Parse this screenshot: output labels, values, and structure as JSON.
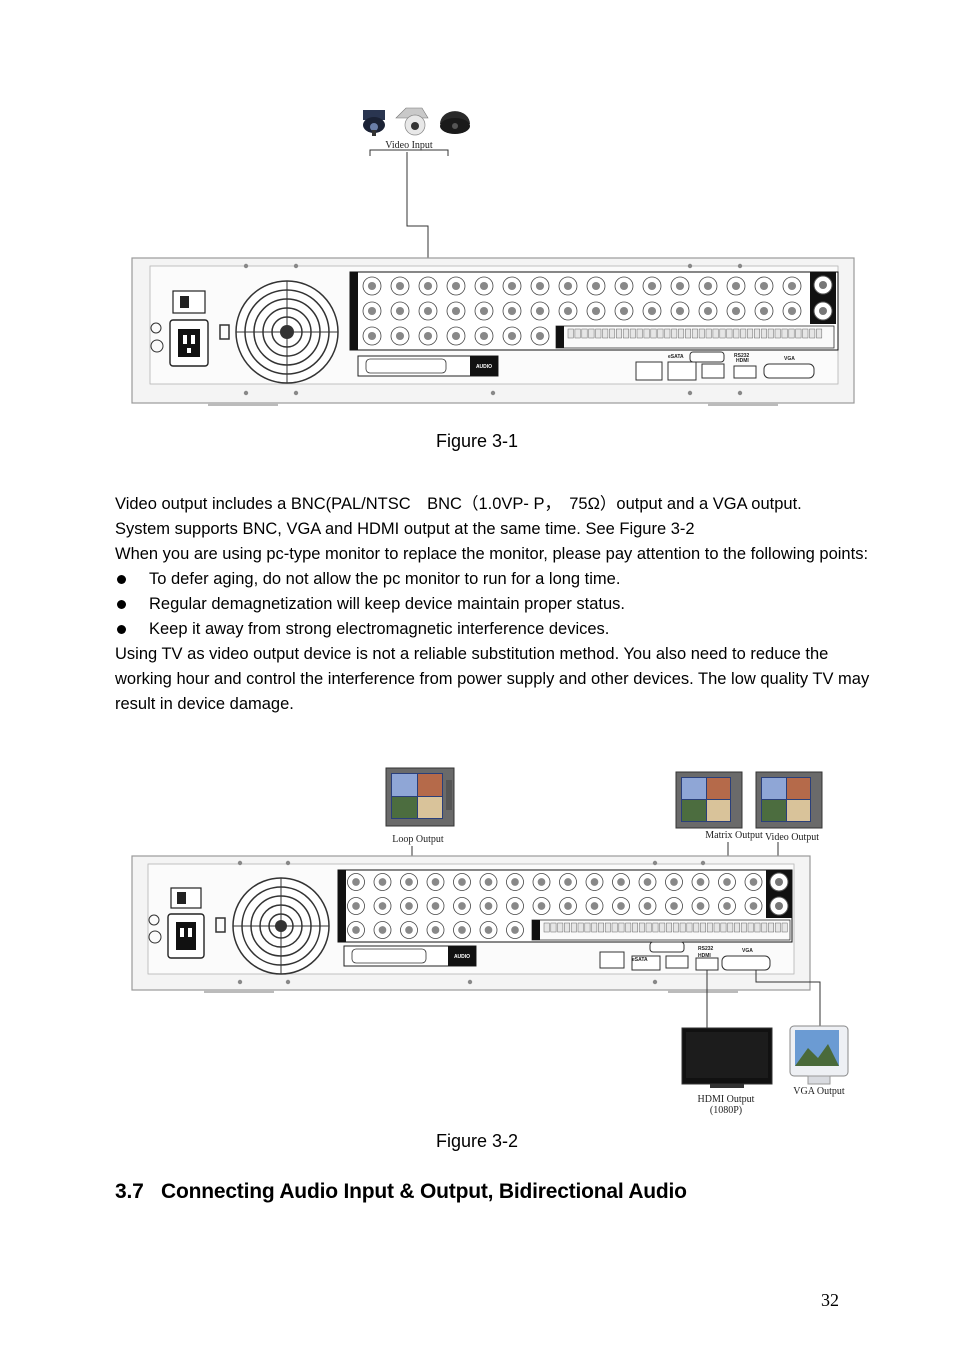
{
  "figure1": {
    "video_input_label": "Video Input",
    "caption": "Figure 3-1",
    "panel_labels": {
      "audio": "AUDIO",
      "esata": "eSATA",
      "hdmi": "HDMI",
      "rs232": "RS232",
      "vga": "VGA"
    }
  },
  "paragraphs": [
    "Video output includes a BNC(PAL/NTSC　BNC（1.0VP- P，　75Ω）output and a VGA output.",
    "System supports BNC, VGA and HDMI output at the same time. See Figure 3-2",
    "When you are using pc-type monitor to replace the monitor, please pay attention to the following points:"
  ],
  "bullets": [
    "To defer aging, do not allow the pc monitor to run for a long time.",
    "Regular demagnetization will keep device maintain proper status.",
    "Keep it away from strong electromagnetic interference devices."
  ],
  "closing_paragraph": "Using TV as video output device is not a reliable substitution method. You also need to reduce the working hour and control the interference from power supply and other devices. The low quality TV may result in device damage.",
  "figure2": {
    "loop_output_label": "Loop Output",
    "matrix_output_label": "Matrix Output",
    "video_output_label": "Video Output",
    "hdmi_output_label": "HDMI Output",
    "hdmi_output_sub": "(1080P)",
    "vga_output_label": "VGA Output",
    "caption": "Figure 3-2",
    "panel_labels": {
      "audio": "AUDIO",
      "esata": "eSATA",
      "hdmi": "HDMI",
      "rs232": "RS232",
      "vga": "VGA"
    }
  },
  "section": {
    "number": "3.7",
    "title": "Connecting Audio Input & Output, Bidirectional Audio"
  },
  "page_number": "32"
}
